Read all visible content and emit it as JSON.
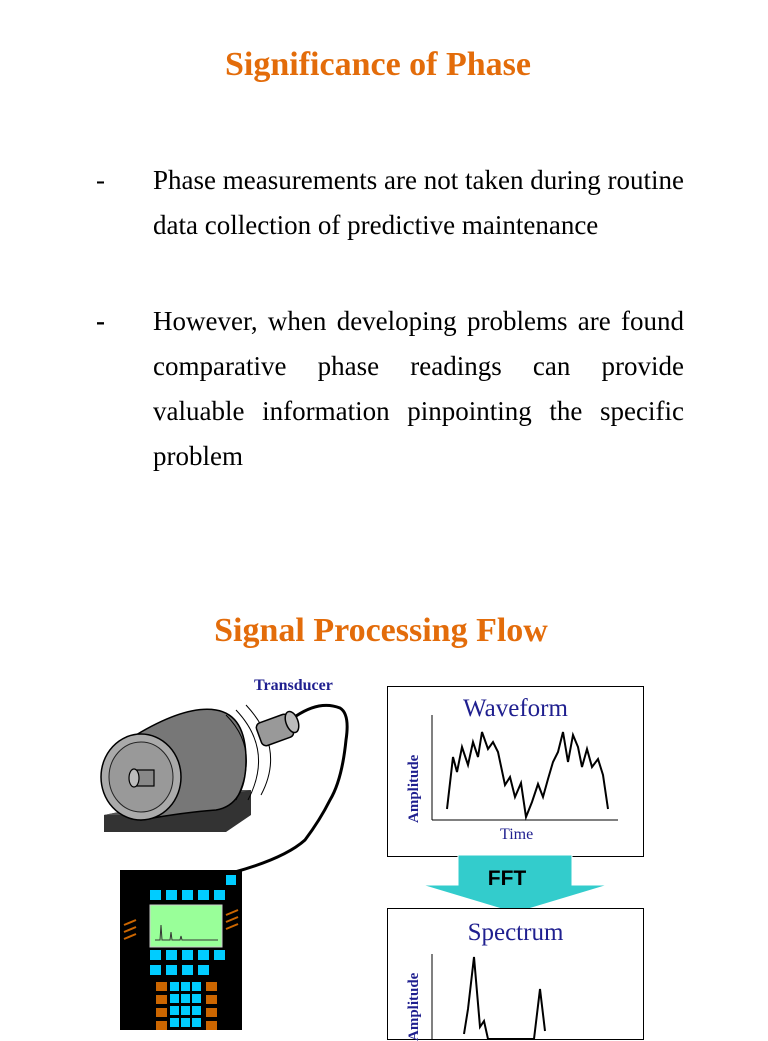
{
  "slide1": {
    "title": "Significance of Phase",
    "bullets": [
      {
        "marker": "-",
        "text": "Phase measurements are not taken during routine data collection of predictive maintenance"
      },
      {
        "marker": "-",
        "text": "However, when developing problems are found comparative phase readings can provide valuable information pinpointing the specific problem"
      }
    ]
  },
  "slide2": {
    "title": "Signal Processing Flow",
    "transducer_label": "Transducer",
    "waveform": {
      "title": "Waveform",
      "ylabel": "Amplitude",
      "xlabel": "Time"
    },
    "fft_label": "FFT",
    "spectrum": {
      "title": "Spectrum",
      "ylabel": "Amplitude"
    }
  },
  "colors": {
    "title": "#E36C0A",
    "label_blue": "#1F1F8F",
    "fft_arrow": "#33CCCC",
    "device_body": "#000000",
    "device_screen": "#99FF99",
    "device_key_cyan": "#00CCFF",
    "device_key_orange": "#CC6600"
  },
  "icons": [
    "motor-icon",
    "transducer-icon",
    "analyzer-device-icon",
    "fft-arrow-icon"
  ]
}
